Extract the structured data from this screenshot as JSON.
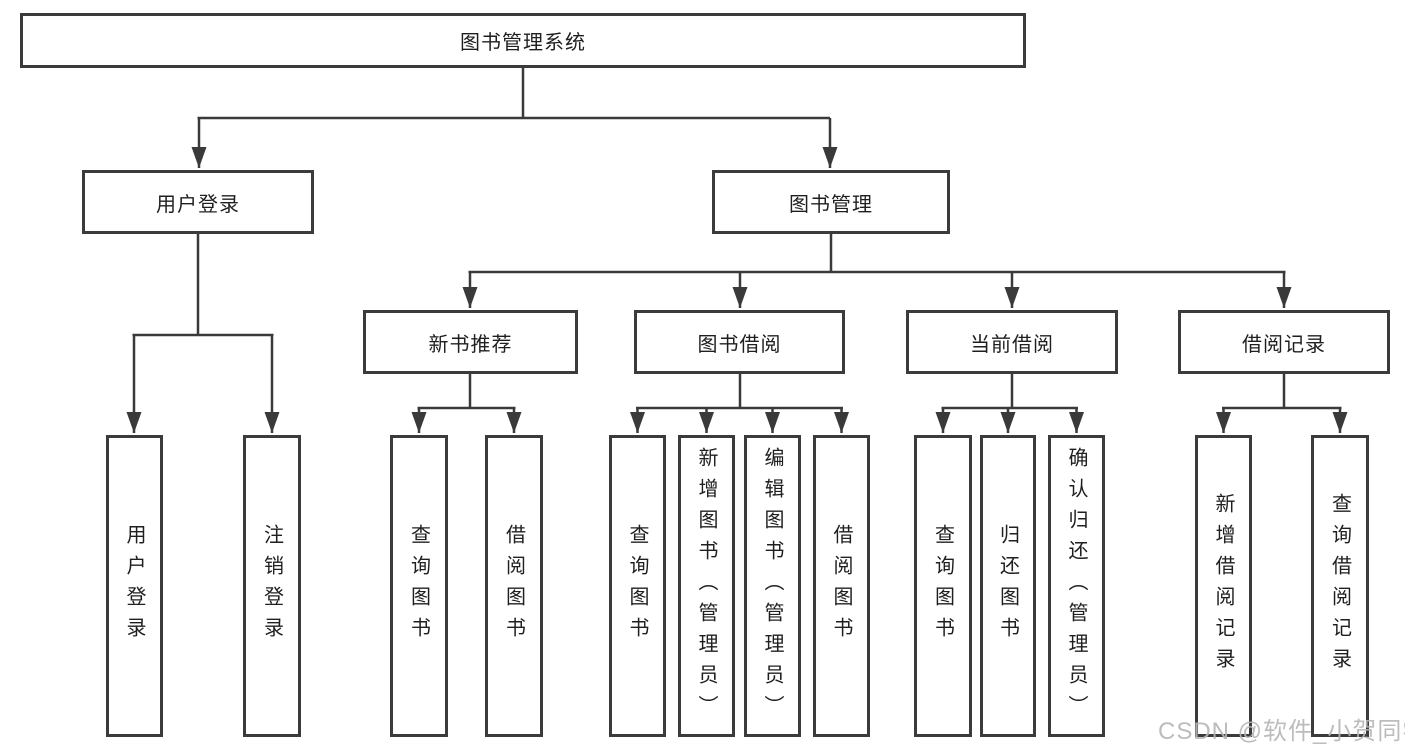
{
  "diagram": {
    "root": {
      "label": "图书管理系统",
      "children": [
        {
          "label": "用户登录",
          "children": [
            {
              "label": "用户登录"
            },
            {
              "label": "注销登录"
            }
          ]
        },
        {
          "label": "图书管理",
          "children": [
            {
              "label": "新书推荐",
              "children": [
                {
                  "label": "查询图书"
                },
                {
                  "label": "借阅图书"
                }
              ]
            },
            {
              "label": "图书借阅",
              "children": [
                {
                  "label": "查询图书"
                },
                {
                  "label": "新增图书（管理员）"
                },
                {
                  "label": "编辑图书（管理员）"
                },
                {
                  "label": "借阅图书"
                }
              ]
            },
            {
              "label": "当前借阅",
              "children": [
                {
                  "label": "查询图书"
                },
                {
                  "label": "归还图书"
                },
                {
                  "label": "确认归还（管理员）"
                }
              ]
            },
            {
              "label": "借阅记录",
              "children": [
                {
                  "label": "新增借阅记录"
                },
                {
                  "label": "查询借阅记录"
                }
              ]
            }
          ]
        }
      ]
    }
  },
  "watermark": {
    "text": "CSDN @软件_小贺同学",
    "color": "#b5b5b5"
  },
  "colors": {
    "line": "#3a3a3a",
    "box_border": "#3b3b3b",
    "background": "#ffffff",
    "text": "#1f1f1f"
  }
}
